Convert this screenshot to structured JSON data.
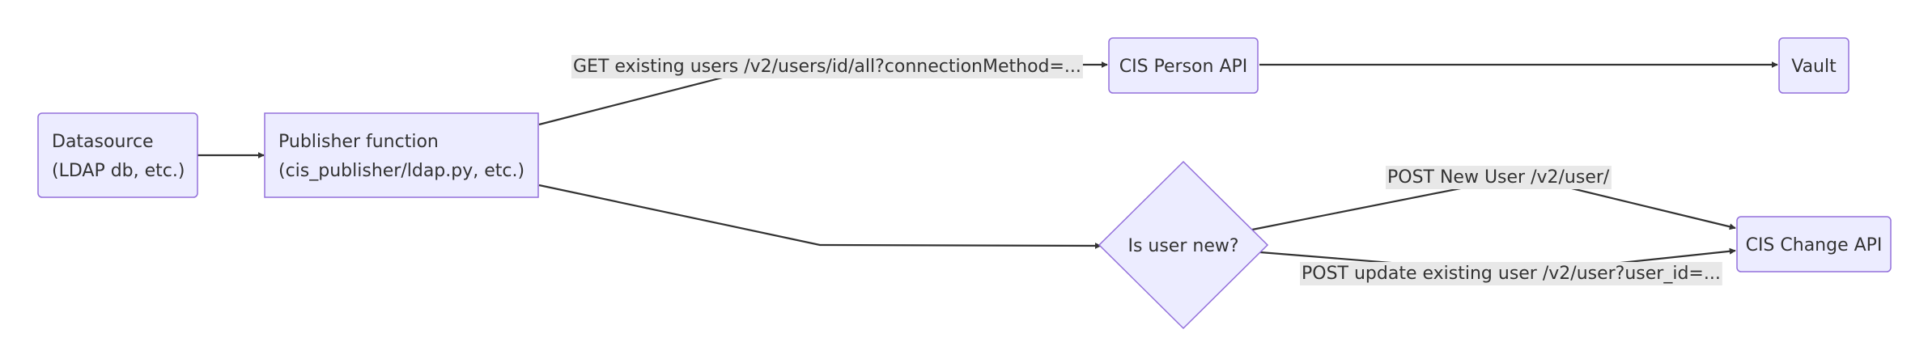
{
  "nodes": {
    "datasource": {
      "line1": "Datasource",
      "line2": "(LDAP db, etc.)"
    },
    "publisher": {
      "line1": "Publisher function",
      "line2": "(cis_publisher/ldap.py, etc.)"
    },
    "person_api": {
      "label": "CIS Person API"
    },
    "vault": {
      "label": "Vault"
    },
    "decision": {
      "label": "Is user new?"
    },
    "change_api": {
      "label": "CIS Change API"
    }
  },
  "edges": {
    "get_users": {
      "label": "GET existing users /v2/users/id/all?connectionMethod=..."
    },
    "post_new": {
      "label": "POST New User /v2/user/"
    },
    "post_update": {
      "label": "POST update existing user /v2/user?user_id=..."
    }
  },
  "colors": {
    "node_fill": "#ECECFF",
    "node_stroke": "#9370DB",
    "edge": "#333333",
    "label_bg": "#e8e8e8"
  }
}
